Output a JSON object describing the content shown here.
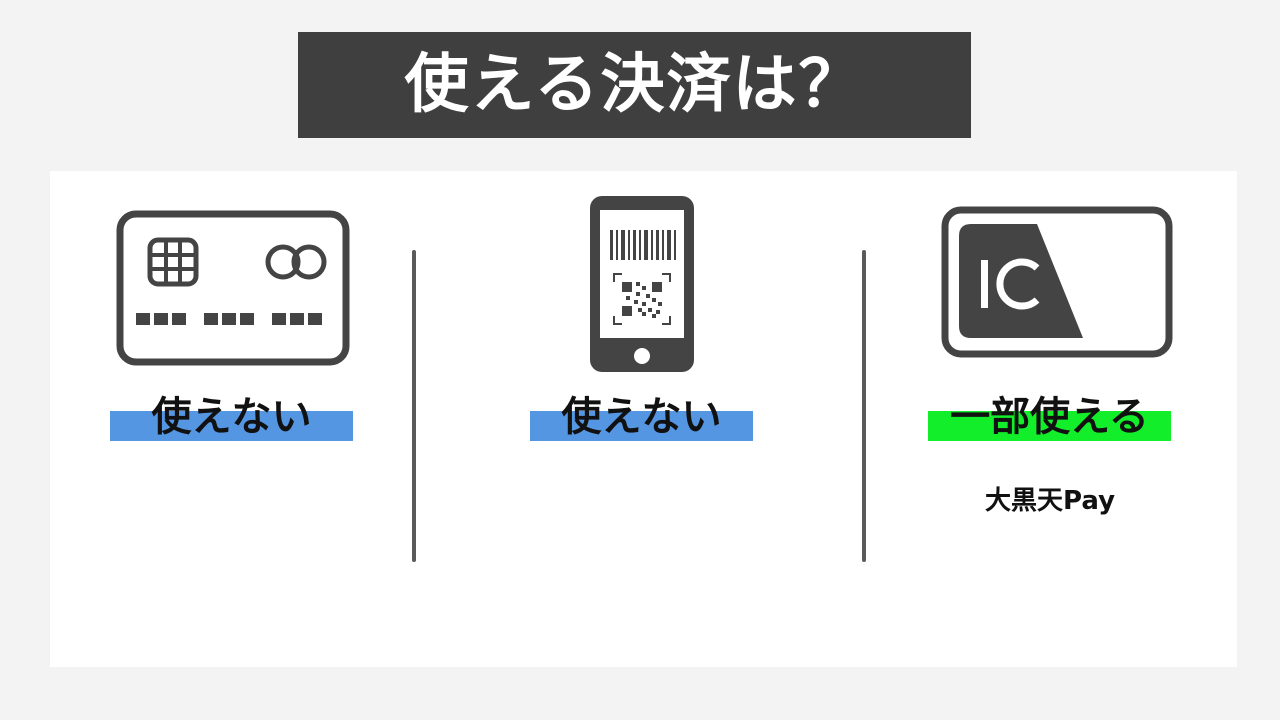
{
  "title": "使える決済は？",
  "columns": [
    {
      "icon": "credit-card-icon",
      "label": "使えない",
      "bar_color": "#5596e2"
    },
    {
      "icon": "smartphone-qr-barcode-icon",
      "label": "使えない",
      "bar_color": "#5596e2"
    },
    {
      "icon": "ic-card-icon",
      "label": "一部使える",
      "bar_color": "#13ee2a",
      "note": "大黒天Pay"
    }
  ],
  "colors": {
    "background": "#f3f3f3",
    "title_bg": "#3f3f3f",
    "icon": "#444444"
  }
}
